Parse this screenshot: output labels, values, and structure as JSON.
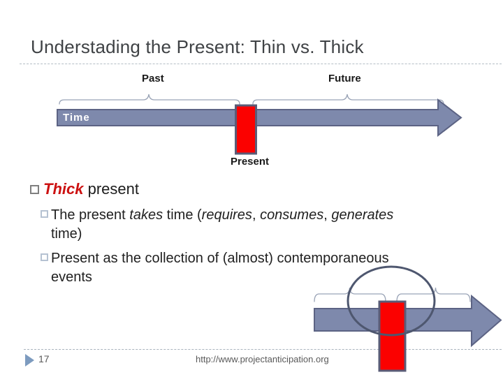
{
  "slide": {
    "title": "Understading the Present: Thin vs. Thick",
    "page_number": "17",
    "footer_url": "http://www.projectanticipation.org"
  },
  "timeline": {
    "past_label": "Past",
    "future_label": "Future",
    "time_label": "Time",
    "present_label": "Present"
  },
  "bullets": {
    "level1": {
      "segments": [
        {
          "text": "Thick",
          "style": "emphasis"
        },
        {
          "text": " present",
          "style": "plain"
        }
      ]
    },
    "level2": [
      {
        "lines": [
          [
            {
              "text": "The present ",
              "style": "plain"
            },
            {
              "text": "takes",
              "style": "italic"
            },
            {
              "text": " time (",
              "style": "plain"
            },
            {
              "text": "requires",
              "style": "italic"
            },
            {
              "text": ", ",
              "style": "plain"
            },
            {
              "text": "consumes",
              "style": "italic"
            },
            {
              "text": ", ",
              "style": "plain"
            },
            {
              "text": "generates",
              "style": "italic"
            }
          ],
          [
            {
              "text": "time)",
              "style": "plain"
            }
          ]
        ]
      },
      {
        "lines": [
          [
            {
              "text": "Present as the collection of (almost) contemporaneous",
              "style": "plain"
            }
          ],
          [
            {
              "text": "events",
              "style": "plain"
            }
          ]
        ]
      }
    ]
  },
  "colors": {
    "title_text": "#3f4245",
    "emphasis_red": "#cc1111",
    "present_marker_red": "#fb0100",
    "marker_border": "#5a5c77",
    "arrow_fill": "#7e89ac",
    "arrow_border": "#5c6384",
    "circle_stroke": "#4e576f",
    "brace_stroke": "#99a3b6",
    "footer_text": "#595959",
    "footer_triangle": "#7d9bbf"
  }
}
